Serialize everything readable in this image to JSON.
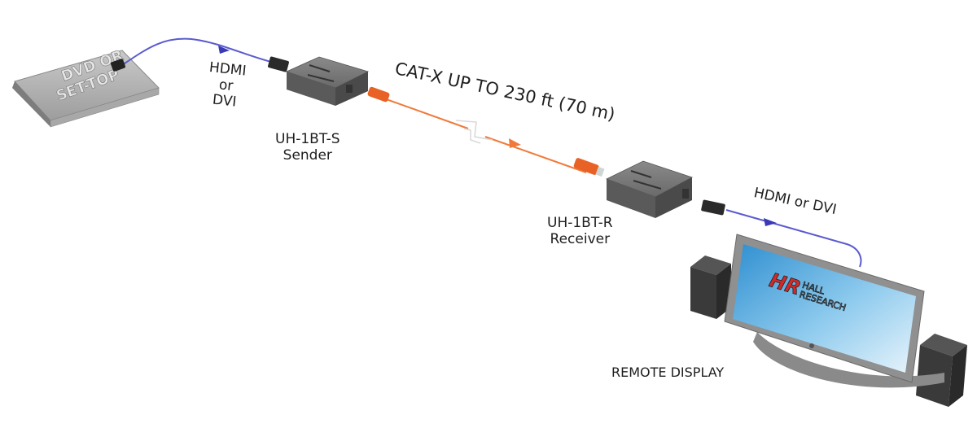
{
  "diagram": {
    "source_device": {
      "label_line1": "DVD OR",
      "label_line2": "SET-TOP"
    },
    "input_cable": {
      "label_line1": "HDMI",
      "label_line2": "or",
      "label_line3": "DVI",
      "color": "#5b5bd0"
    },
    "sender": {
      "model": "UH-1BT-S",
      "role": "Sender"
    },
    "catx_cable": {
      "label": "CAT-X UP TO 230 ft (70 m)",
      "color": "#f07a3a"
    },
    "receiver": {
      "model": "UH-1BT-R",
      "role": "Receiver"
    },
    "output_cable": {
      "label": "HDMI or DVI",
      "color": "#5b5bd0"
    },
    "display": {
      "label": "REMOTE DISPLAY",
      "logo_mark": "HR",
      "logo_line1": "HALL",
      "logo_line2": "RESEARCH"
    },
    "colors": {
      "box_gray": "#6e6e6e",
      "screen_blue": "#3fa4dc",
      "logo_red": "#d22a2a",
      "speaker": "#3a3a3a"
    }
  }
}
